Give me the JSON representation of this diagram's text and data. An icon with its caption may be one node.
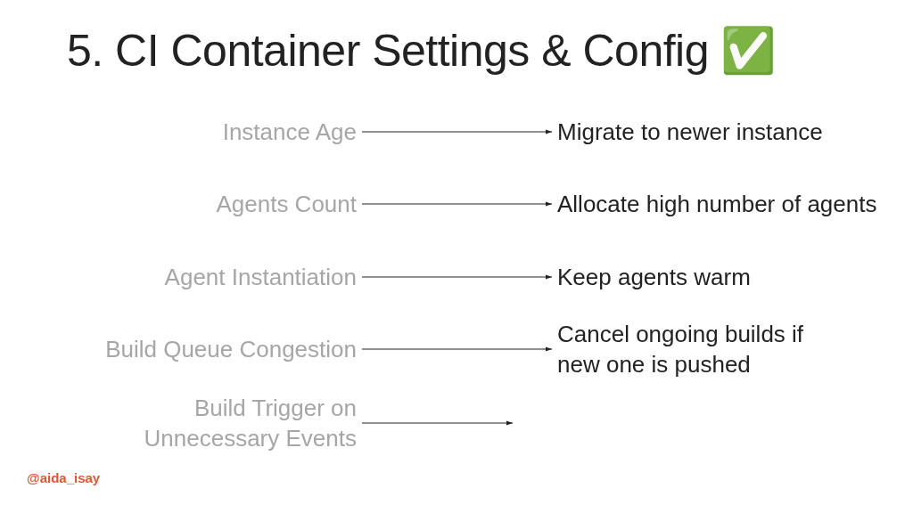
{
  "diagram": {
    "title": "5. CI Container Settings & Config ✅",
    "nodes": [
      {
        "text": [
          "Instance Age"
        ]
      },
      {
        "text": [
          "Migrate to newer instance"
        ]
      },
      {
        "text": [
          "Agents Count"
        ]
      },
      {
        "text": [
          "Allocate high number of agents"
        ]
      },
      {
        "text": [
          "Agent Instantiation"
        ]
      },
      {
        "text": [
          "Keep agents warm"
        ]
      },
      {
        "text": [
          "Build Queue Congestion"
        ]
      },
      {
        "text": [
          "Cancel ongoing builds if new one is pushed"
        ]
      },
      {
        "text": [
          "Build Trigger on Unnecessary Events"
        ]
      }
    ],
    "edges": [
      {
        "from": 0,
        "to": 1,
        "arrow": "to"
      },
      {
        "from": 2,
        "to": 3,
        "arrow": "to"
      },
      {
        "from": 4,
        "to": 5,
        "arrow": "to"
      },
      {
        "from": 6,
        "to": 7,
        "arrow": "to"
      },
      {
        "from": 8,
        "to": null,
        "arrow": "to"
      }
    ],
    "labels": [
      "@aida_isay"
    ]
  }
}
